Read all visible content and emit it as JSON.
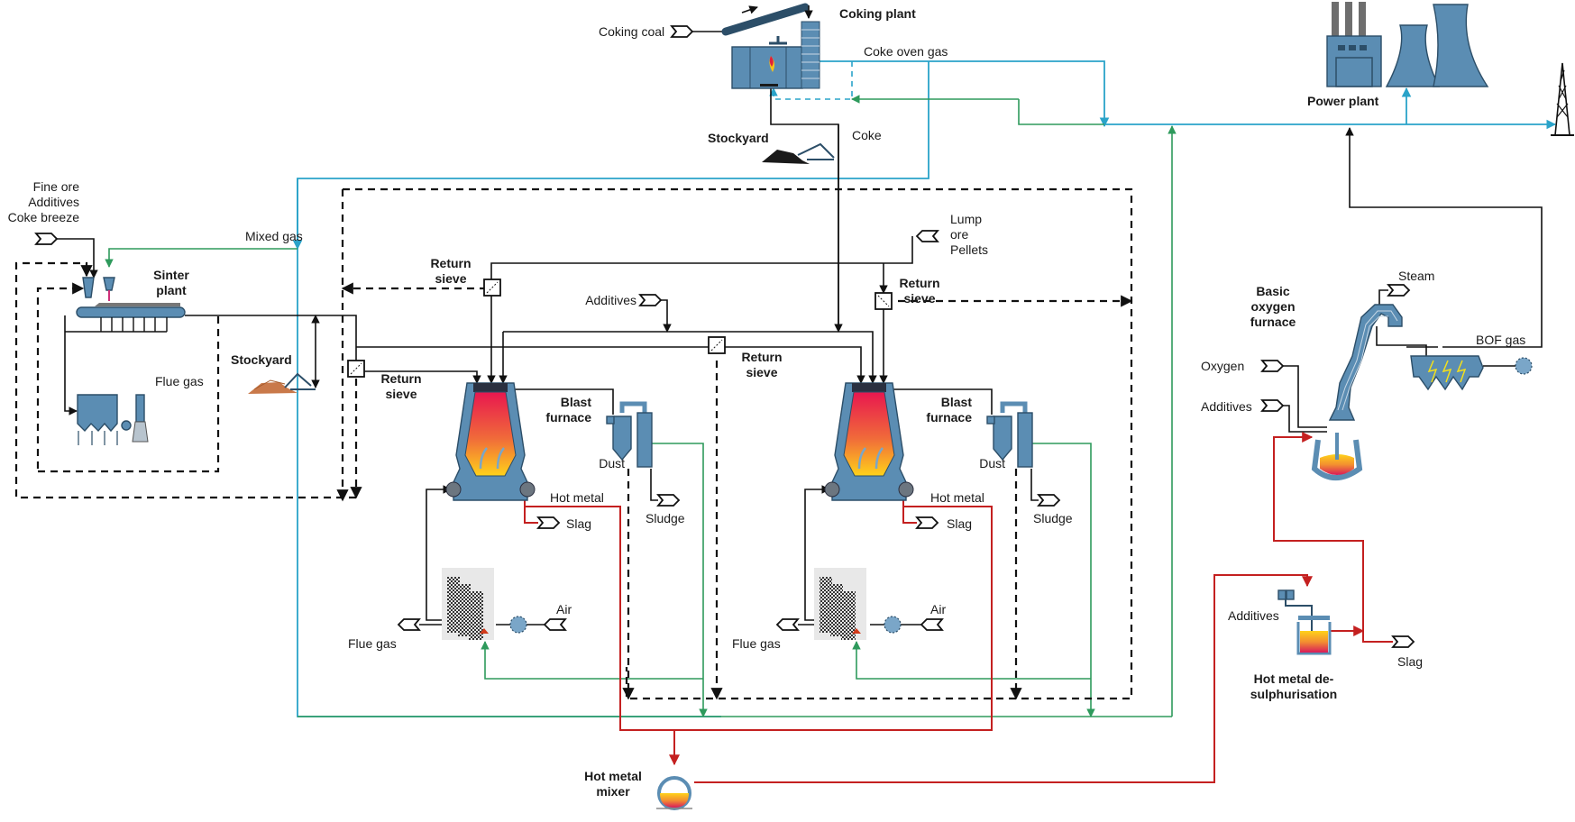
{
  "diagram": {
    "title": "Integrated steelworks process flow",
    "colors": {
      "material_flow": "#111111",
      "coke_oven_gas": "#2aa3c9",
      "mixed_gas": "#2e9a5c",
      "hot_metal": "#c42020",
      "equipment": "#5b8db3"
    },
    "units": {
      "coking_plant": "Coking plant",
      "power_plant": "Power plant",
      "sinter_plant": [
        "Sinter",
        "plant"
      ],
      "stockyard_coke": "Stockyard",
      "stockyard_sinter": "Stockyard",
      "blast_furnace_1": [
        "Blast",
        "furnace"
      ],
      "blast_furnace_2": [
        "Blast",
        "furnace"
      ],
      "bof": [
        "Basic",
        "oxygen",
        "furnace"
      ],
      "hm_mixer": [
        "Hot metal",
        "mixer"
      ],
      "desulph": [
        "Hot metal de-",
        "sulphurisation"
      ],
      "return_sieve": [
        "Return",
        "sieve"
      ]
    },
    "streams": {
      "coking_coal": "Coking coal",
      "coke_oven_gas": "Coke oven gas",
      "coke": "Coke",
      "sinter_feed": [
        "Fine ore",
        "Additives",
        "Coke breeze"
      ],
      "mixed_gas": "Mixed gas",
      "flue_gas_sinter": "Flue gas",
      "additives_bf": "Additives",
      "lump_ore": [
        "Lump",
        "ore",
        "Pellets"
      ],
      "dust": "Dust",
      "sludge": "Sludge",
      "hot_metal": "Hot metal",
      "slag": "Slag",
      "air": "Air",
      "flue_gas": "Flue gas",
      "steam": "Steam",
      "bof_gas": "BOF gas",
      "oxygen": "Oxygen",
      "additives_bof": "Additives",
      "additives_desulph": "Additives",
      "slag_desulph": "Slag"
    }
  }
}
